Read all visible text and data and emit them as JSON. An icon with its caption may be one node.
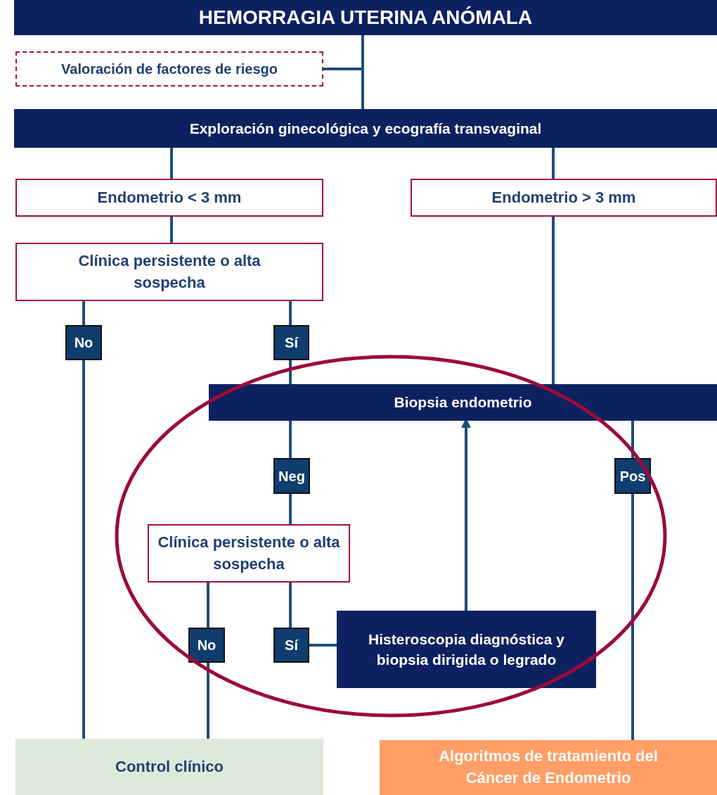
{
  "diagram": {
    "nodes": [
      {
        "text": [
          "HEMORRAGIA UTERINA ANÓMALA"
        ]
      },
      {
        "text": [
          "Valoración de factores de riesgo"
        ]
      },
      {
        "text": [
          "Exploración ginecológica y ecografía transvaginal"
        ]
      },
      {
        "text": [
          "Endometrio < 3 mm"
        ]
      },
      {
        "text": [
          "Endometrio > 3 mm"
        ]
      },
      {
        "text": [
          "Clínica persistente o alta sospecha"
        ]
      },
      {
        "text": [
          "No"
        ]
      },
      {
        "text": [
          "Sí"
        ]
      },
      {
        "text": [
          "Biopsia endometrio"
        ]
      },
      {
        "text": [
          "Neg"
        ]
      },
      {
        "text": [
          "Pos"
        ]
      },
      {
        "text": [
          "Clínica persistente o alta sospecha"
        ]
      },
      {
        "text": [
          "No"
        ]
      },
      {
        "text": [
          "Sí"
        ]
      },
      {
        "text": [
          "Histeroscopia diagnóstica y biopsia dirigida o legrado"
        ]
      },
      {
        "text": [
          "Control clínico"
        ]
      },
      {
        "text": [
          "Algoritmos de tratamiento del Cáncer de Endometrio"
        ]
      }
    ],
    "edges": [
      {
        "from": 0,
        "to": 2,
        "arrow": "none"
      },
      {
        "from": 1,
        "to": 2,
        "arrow": "none"
      },
      {
        "from": 2,
        "to": 3,
        "arrow": "none"
      },
      {
        "from": 2,
        "to": 4,
        "arrow": "none"
      },
      {
        "from": 3,
        "to": 5,
        "arrow": "none"
      },
      {
        "from": 5,
        "to": 6,
        "arrow": "none"
      },
      {
        "from": 6,
        "to": 15,
        "arrow": "none"
      },
      {
        "from": 5,
        "to": 7,
        "arrow": "none"
      },
      {
        "from": 7,
        "to": 8,
        "arrow": "none"
      },
      {
        "from": 4,
        "to": 8,
        "arrow": "none"
      },
      {
        "from": 8,
        "to": 9,
        "arrow": "none"
      },
      {
        "from": 9,
        "to": 11,
        "arrow": "none"
      },
      {
        "from": 8,
        "to": 10,
        "arrow": "none"
      },
      {
        "from": 10,
        "to": 16,
        "arrow": "none"
      },
      {
        "from": 11,
        "to": 12,
        "arrow": "none"
      },
      {
        "from": 12,
        "to": 15,
        "arrow": "none"
      },
      {
        "from": 11,
        "to": 13,
        "arrow": "none"
      },
      {
        "from": 13,
        "to": 14,
        "arrow": "none"
      },
      {
        "from": 14,
        "to": 8,
        "arrow": "to"
      }
    ]
  }
}
